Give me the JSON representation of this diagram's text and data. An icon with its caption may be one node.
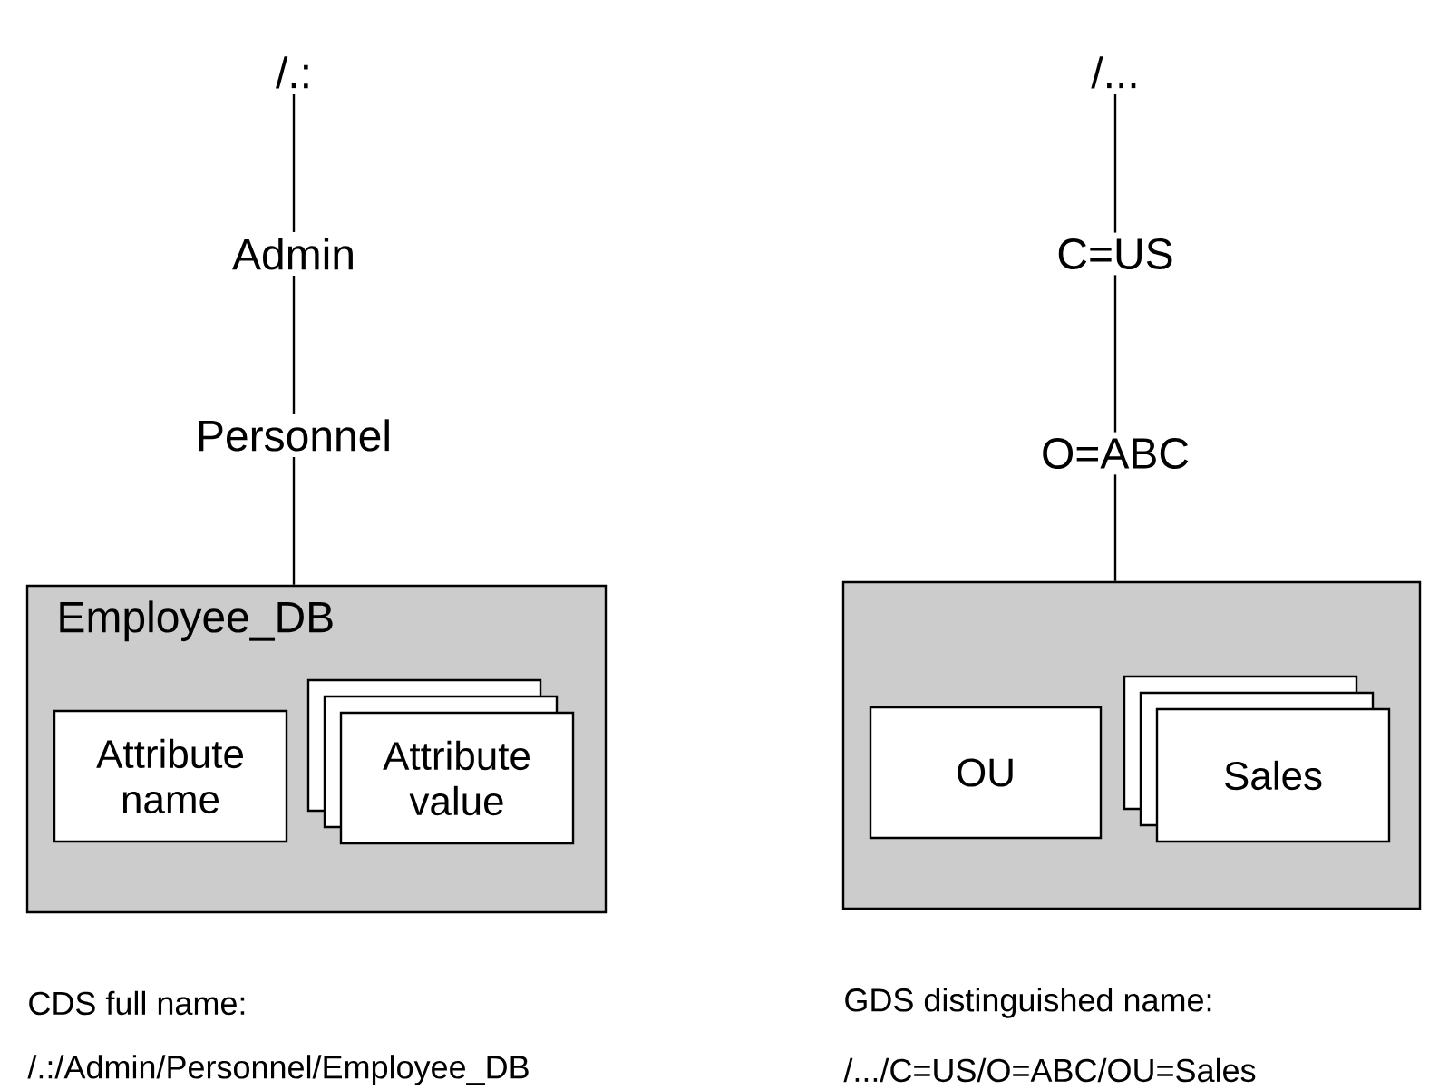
{
  "diagram": {
    "nodes": [
      {
        "text": [
          "/.:"
        ]
      },
      {
        "text": [
          "Admin"
        ]
      },
      {
        "text": [
          "Personnel"
        ]
      },
      {
        "text": [
          "Employee_DB"
        ]
      },
      {
        "text": [
          "Attribute name"
        ],
        "in": 3
      },
      {
        "text": [
          "Attribute value"
        ],
        "in": 3
      },
      {
        "text": [
          "/..."
        ]
      },
      {
        "text": [
          "C=US"
        ]
      },
      {
        "text": [
          "O=ABC"
        ]
      },
      {
        "text": [],
        "shape": "box"
      },
      {
        "text": [
          "OU"
        ],
        "in": 9
      },
      {
        "text": [
          "Sales"
        ],
        "in": 9
      }
    ],
    "edges": [
      {
        "from": 0,
        "to": 1,
        "arrow": "none"
      },
      {
        "from": 1,
        "to": 2,
        "arrow": "none"
      },
      {
        "from": 2,
        "to": 3,
        "arrow": "none"
      },
      {
        "from": 6,
        "to": 7,
        "arrow": "none"
      },
      {
        "from": 7,
        "to": 8,
        "arrow": "none"
      },
      {
        "from": 8,
        "to": 9,
        "arrow": "none"
      }
    ],
    "labels": [
      "CDS full name:",
      "/.:/Admin/Personnel/Employee_DB",
      "GDS distinguished name:",
      "/.../C=US/O=ABC/OU=Sales"
    ]
  }
}
